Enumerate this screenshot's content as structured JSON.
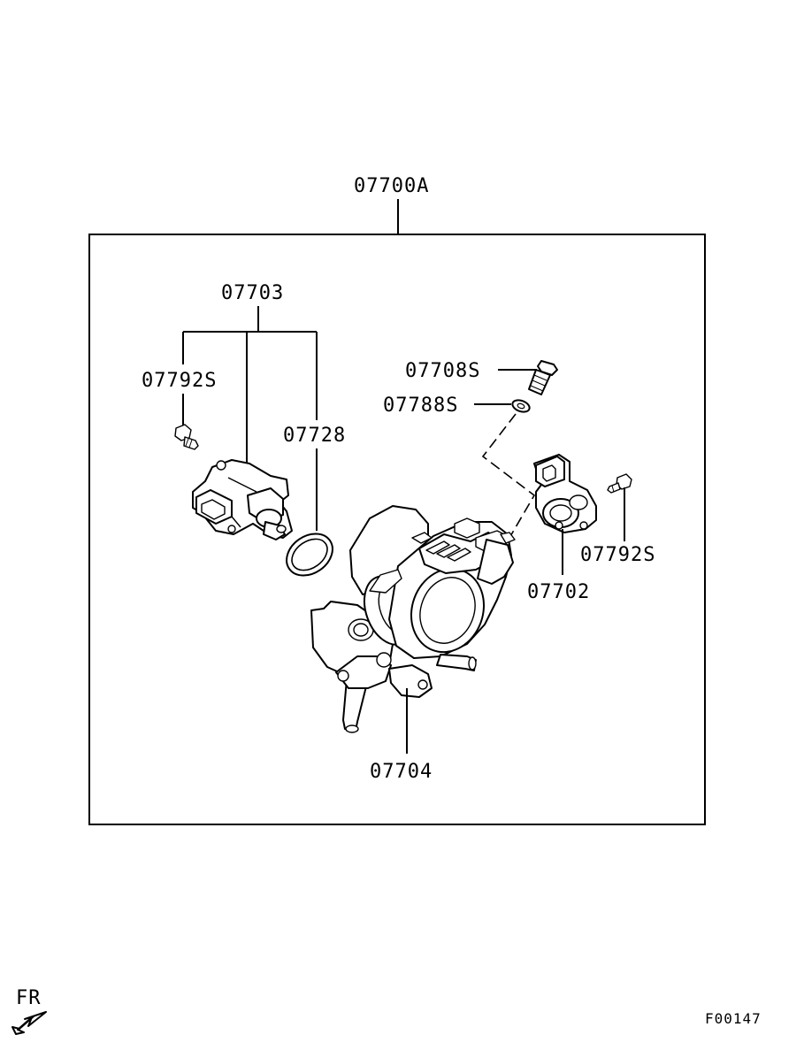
{
  "diagram": {
    "assembly_label": "07700A",
    "labels": {
      "idle_control_servo": "07703",
      "bolt_left": "07792S",
      "o_ring": "07728",
      "screw": "07708S",
      "washer": "07788S",
      "throttle_position_sensor": "07702",
      "bolt_right": "07792S",
      "throttle_body": "07704"
    },
    "direction_indicator": "FR",
    "figure_code": "F00147"
  }
}
